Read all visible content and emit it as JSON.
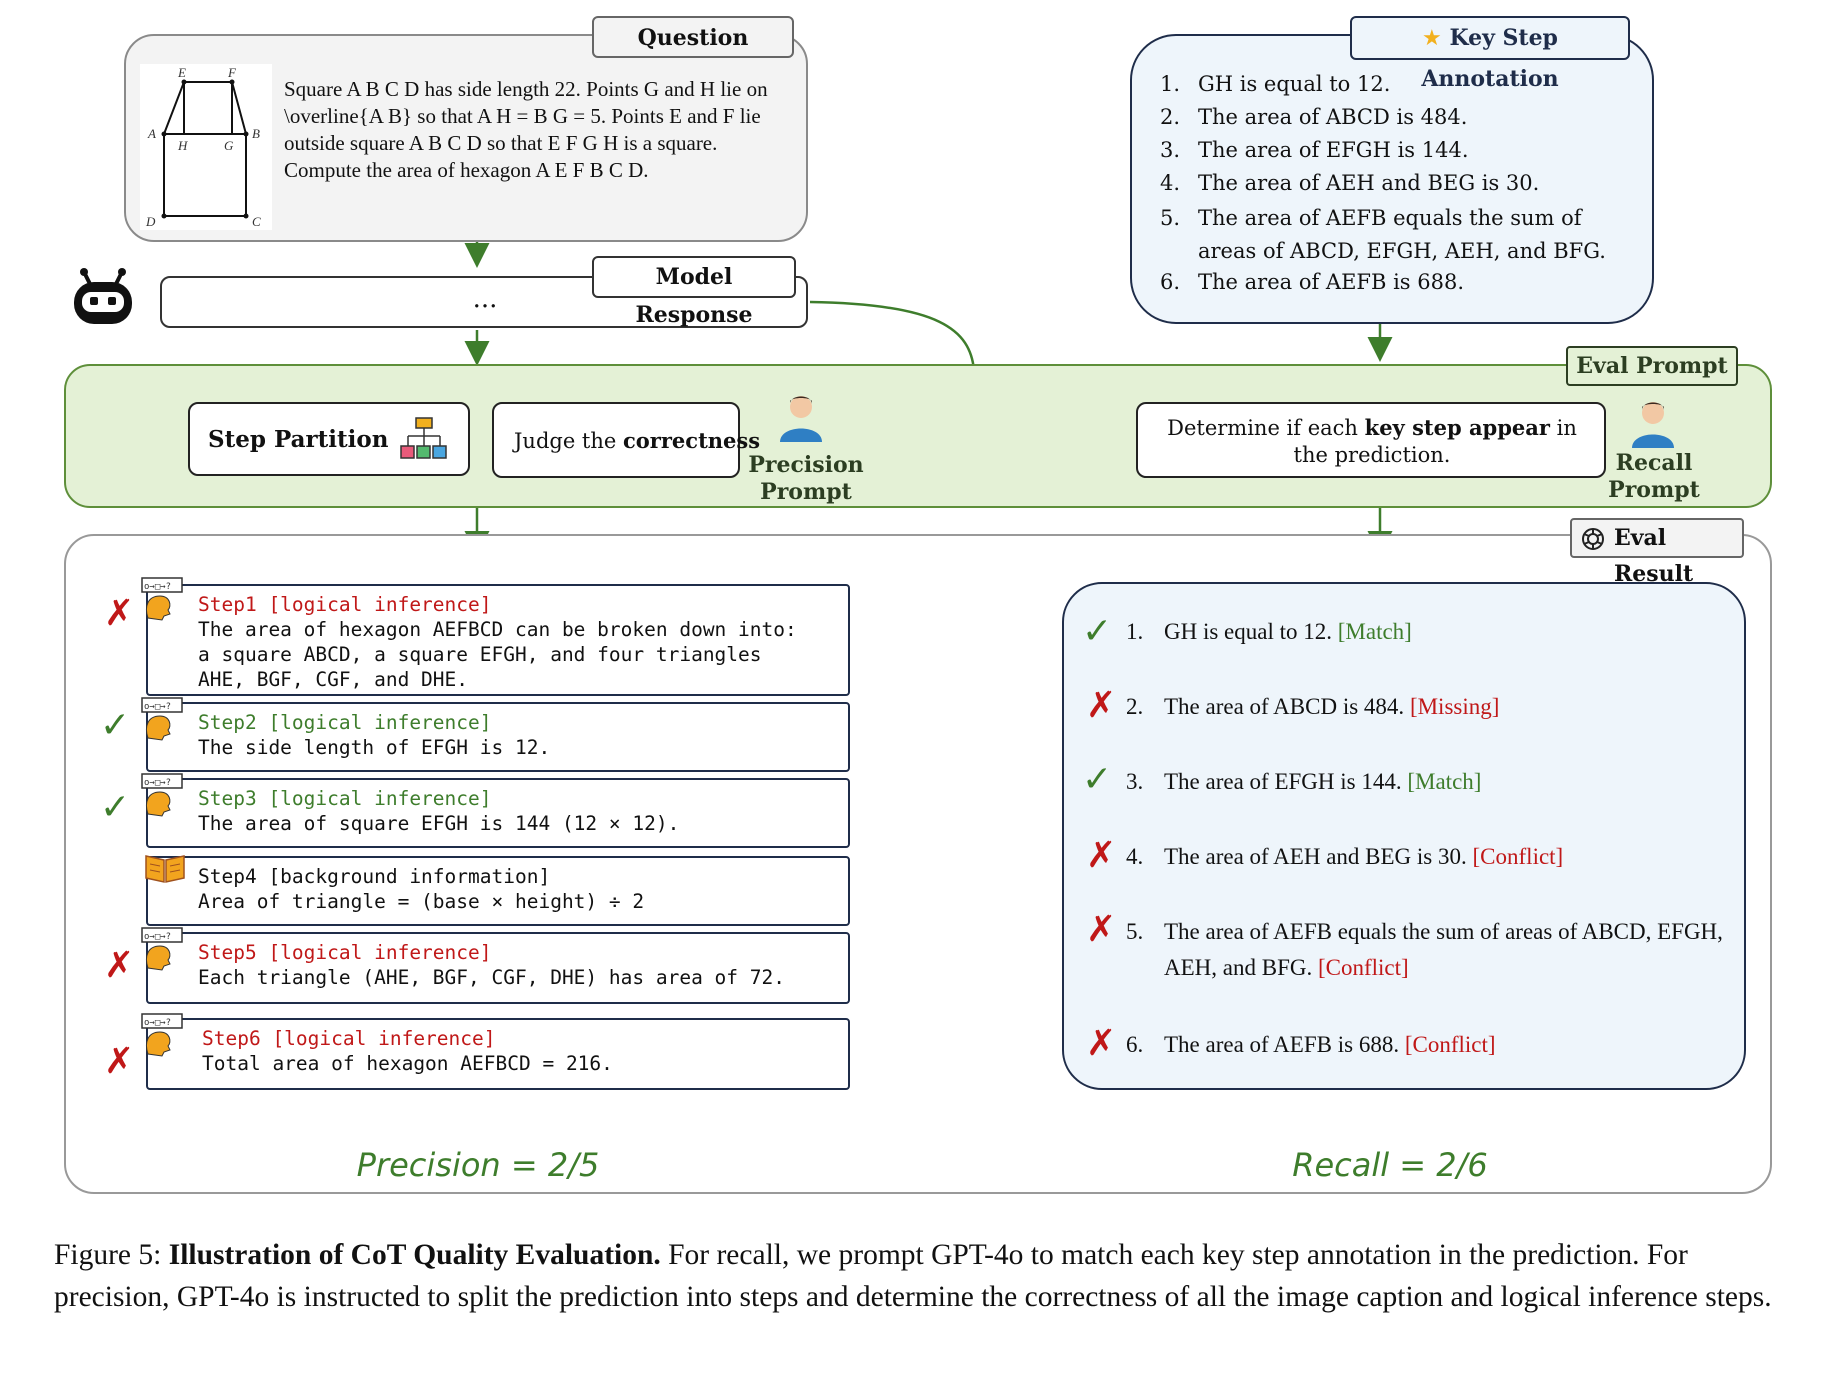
{
  "question": {
    "tag": "Question",
    "text": "Square A B C D has side length 22. Points G and H lie on \\overline{A B} so that A H = B G = 5. Points E and F lie outside square A B C D so that E F G H is a square. Compute the area of hexagon A E F B C D.",
    "figure_labels": {
      "E": "E",
      "F": "F",
      "A": "A",
      "H": "H",
      "G": "G",
      "B": "B",
      "D": "D",
      "C": "C"
    }
  },
  "model_response": {
    "tag": "Model Response",
    "dots": "..."
  },
  "key_steps": {
    "tag": "Key Step Annotation",
    "items": [
      {
        "num": "1.",
        "text": "GH is equal to 12."
      },
      {
        "num": "2.",
        "text": "The area of ABCD is 484."
      },
      {
        "num": "3.",
        "text": "The area of EFGH is 144."
      },
      {
        "num": "4.",
        "text": "The area of AEH and BEG is 30."
      },
      {
        "num": "5.",
        "text": "The area of AEFB equals the sum of areas of ABCD, EFGH, AEH, and BFG."
      },
      {
        "num": "6.",
        "text": "The area of AEFB is 688."
      }
    ]
  },
  "eval_prompt": {
    "tag": "Eval Prompt",
    "step_partition": "Step Partition",
    "judge_prefix": "Judge the ",
    "judge_bold": "correctness",
    "precision_prompt": [
      "Precision",
      "Prompt"
    ],
    "determine_prefix": "Determine if each ",
    "determine_bold": "key step appear",
    "determine_suffix": " in the prediction.",
    "recall_prompt": [
      "Recall",
      "Prompt"
    ]
  },
  "eval_result": {
    "tag": "Eval Result",
    "steps": [
      {
        "head": "Step1 [logical inference]",
        "lines": [
          "The area of hexagon AEFBCD can be broken down into:",
          "a square ABCD, a square EFGH, and four triangles",
          "AHE, BGF, CGF, and DHE."
        ],
        "verdict": "wrong"
      },
      {
        "head": "Step2 [logical inference]",
        "lines": [
          "The side length of EFGH is 12."
        ],
        "verdict": "correct"
      },
      {
        "head": "Step3 [logical inference]",
        "lines": [
          "The area of square EFGH is 144 (12 × 12)."
        ],
        "verdict": "correct"
      },
      {
        "head": "Step4 [background information]",
        "lines": [
          "Area of triangle = (base × height) ÷ 2"
        ],
        "verdict": "none"
      },
      {
        "head": "Step5 [logical inference]",
        "lines": [
          "Each triangle (AHE, BGF, CGF, DHE) has area of 72."
        ],
        "verdict": "wrong"
      },
      {
        "head": "Step6 [logical inference]",
        "lines": [
          "Total area of hexagon AEFBCD = 216."
        ],
        "verdict": "wrong"
      }
    ],
    "recall_items": [
      {
        "num": "1.",
        "text": "GH is equal to 12.",
        "status": "[Match]",
        "ok": true
      },
      {
        "num": "2.",
        "text": "The area of ABCD is 484.",
        "status": "[Missing]",
        "ok": false
      },
      {
        "num": "3.",
        "text": "The area of EFGH is 144.",
        "status": "[Match]",
        "ok": true
      },
      {
        "num": "4.",
        "text": "The area of AEH and BEG is 30.",
        "status": "[Conflict]",
        "ok": false
      },
      {
        "num": "5.",
        "text": "The area of AEFB equals the sum of areas of ABCD, EFGH, AEH, and BFG.",
        "status": "[Conflict]",
        "ok": false
      },
      {
        "num": "6.",
        "text": "The area of AEFB is 688.",
        "status": "[Conflict]",
        "ok": false
      }
    ],
    "marks": {
      "check": "✓",
      "cross": "✗"
    },
    "precision": "Precision = 2/5",
    "recall": "Recall = 2/6"
  },
  "caption": {
    "prefix": "Figure 5: ",
    "bold": "Illustration of CoT Quality Evaluation.",
    "rest": " For recall, we prompt GPT-4o to match each key step annotation in the prediction. For precision, GPT-4o is instructed to split the prediction into steps and determine the correctness of all the image caption and logical inference steps."
  },
  "colors": {
    "green": "#3e7d2c",
    "red": "#c01818",
    "band": "#e4f1d6",
    "blue_panel": "#eef5fb",
    "navy": "#1f2d4a"
  }
}
